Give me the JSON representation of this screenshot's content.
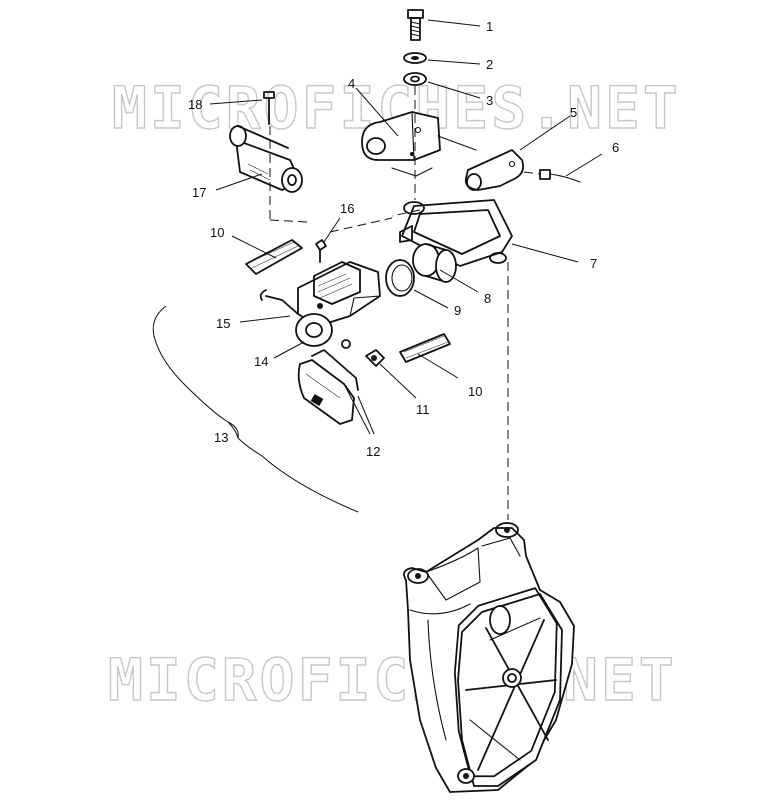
{
  "watermark": {
    "top_text": "MICROFICHES.NET",
    "bottom_text": "MICROFICHES.NET"
  },
  "callouts": {
    "p1": "1",
    "p2": "2",
    "p3": "3",
    "p4": "4",
    "p5": "5",
    "p6": "6",
    "p7": "7",
    "p8": "8",
    "p9": "9",
    "p10a": "10",
    "p10b": "10",
    "p11": "11",
    "p12": "12",
    "p13": "13",
    "p14": "14",
    "p15": "15",
    "p16": "16",
    "p17": "17",
    "p18": "18"
  }
}
